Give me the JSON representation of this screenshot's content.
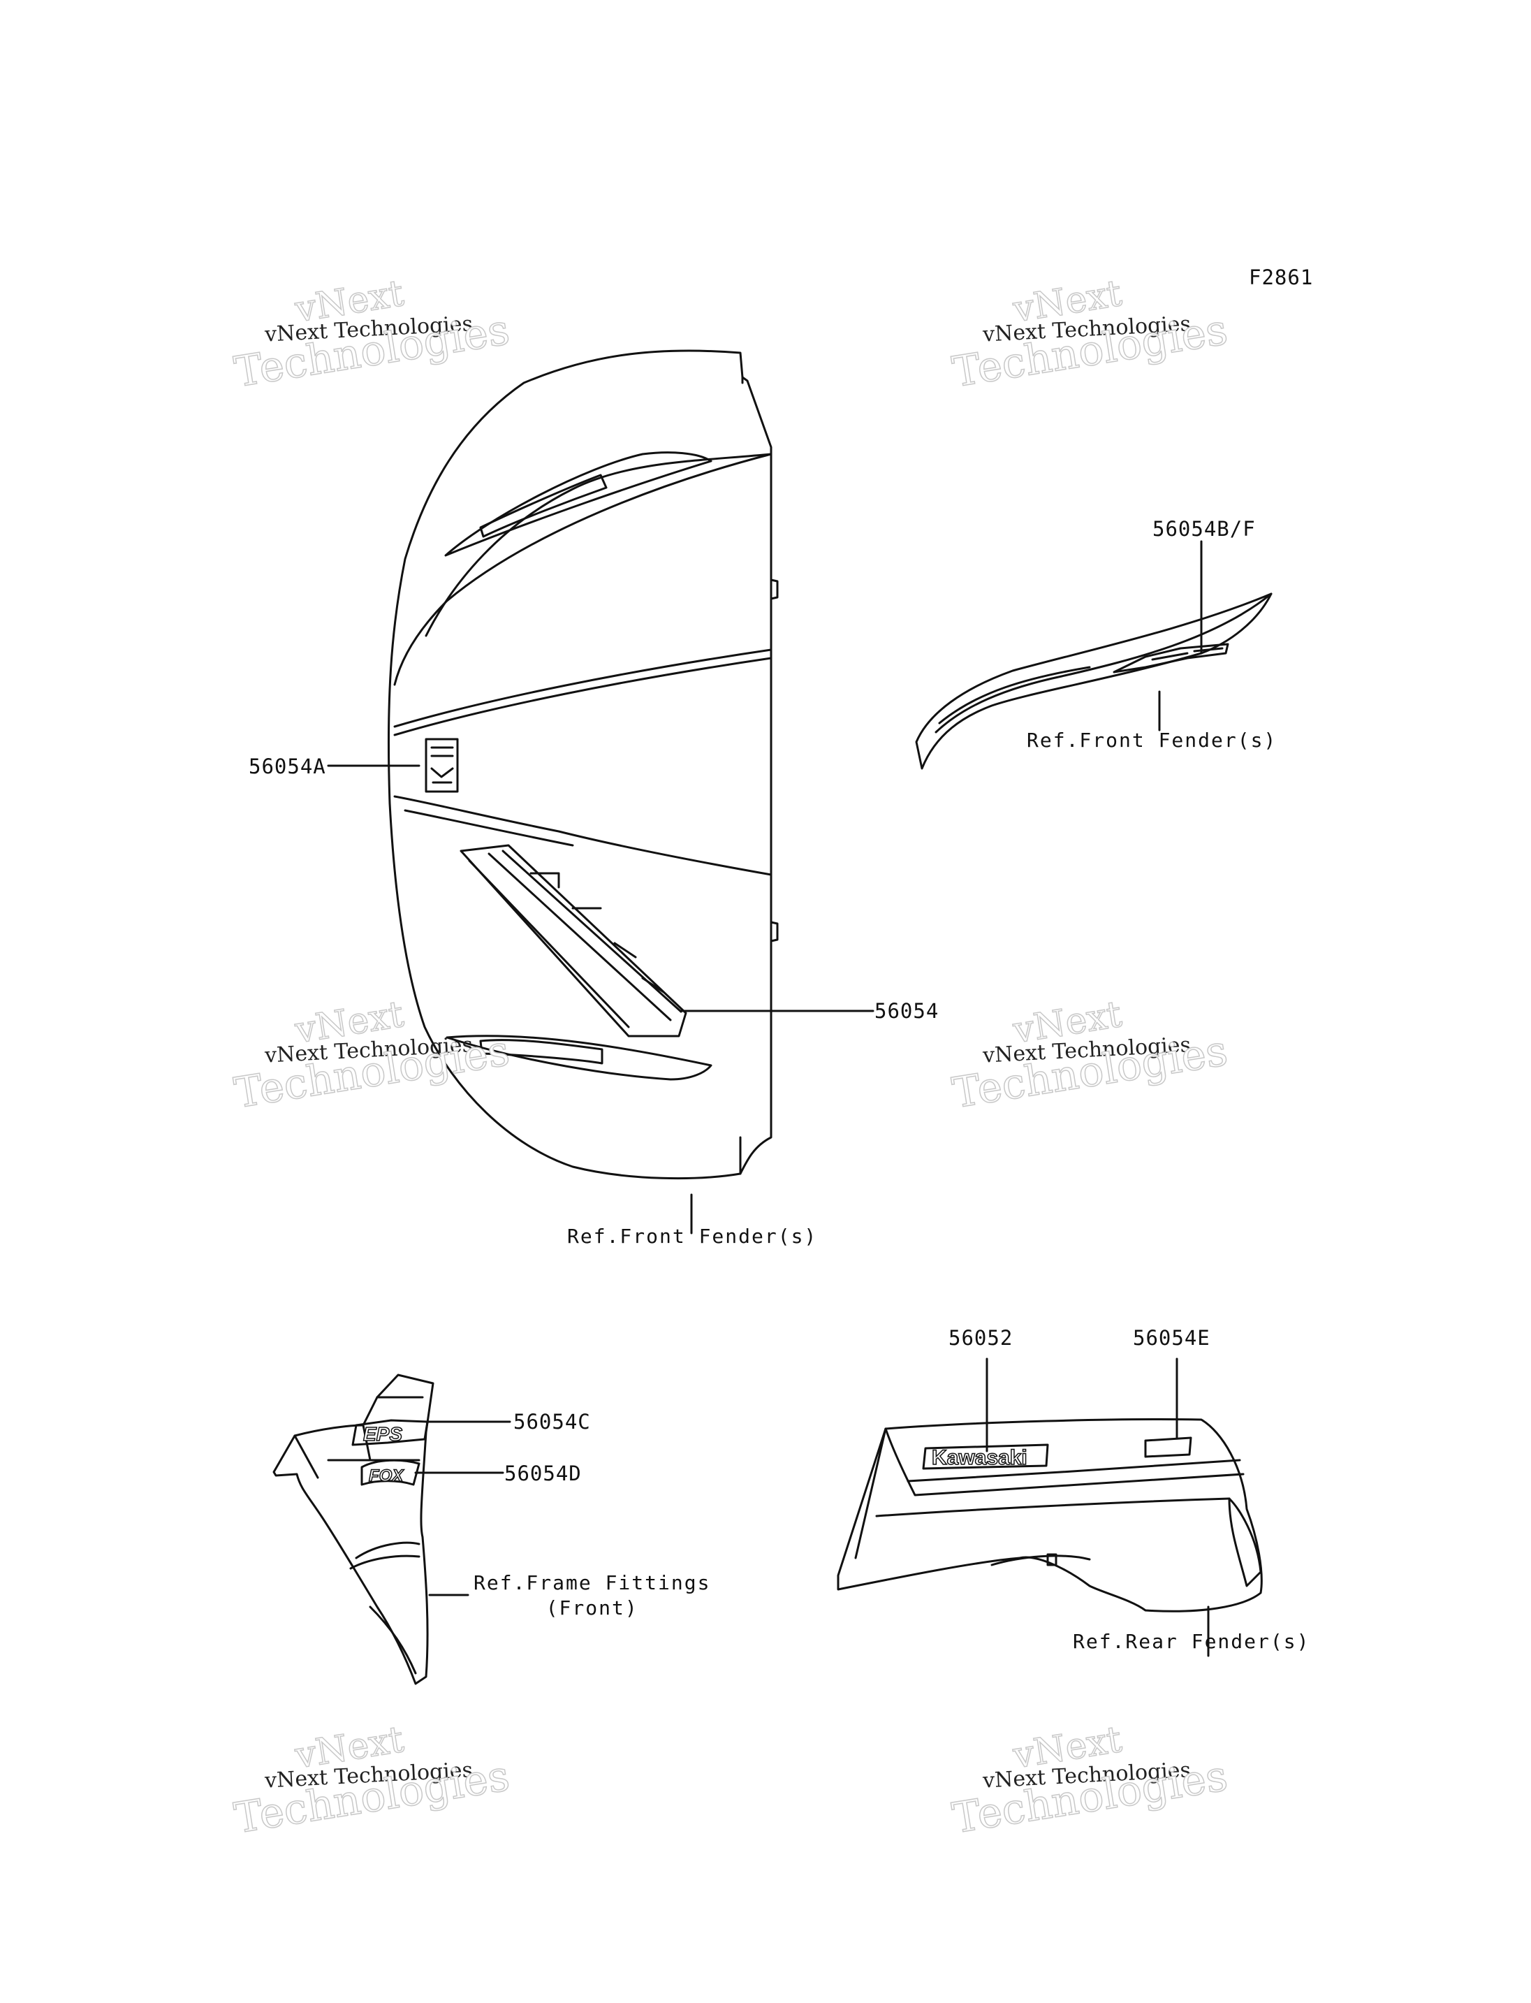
{
  "figure_code": "F2861",
  "watermark": {
    "line1": "vNext",
    "line2": "vNext Technologies",
    "line3": "Technologies"
  },
  "callouts": {
    "front_top_right": "56054B/F",
    "front_left": "56054A",
    "front_right": "56054",
    "frame_c": "56054C",
    "frame_d": "56054D",
    "rear_left": "56052",
    "rear_right": "56054E"
  },
  "references": {
    "front_fender_small": "Ref.Front Fender(s)",
    "front_fender_large": "Ref.Front Fender(s)",
    "frame_fittings_line1": "Ref.Frame Fittings",
    "frame_fittings_line2": "(Front)",
    "rear_fender": "Ref.Rear Fender(s)"
  },
  "decal_text": {
    "rear_brand": "Kawasaki",
    "eps_badge": "EPS",
    "fox_badge": "FOX"
  },
  "colors": {
    "line": "#111111",
    "watermark_outline": "#c8c8c8"
  }
}
